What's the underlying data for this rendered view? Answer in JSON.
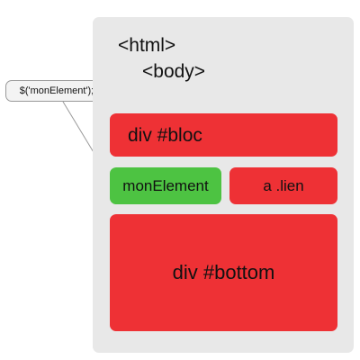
{
  "diagram": {
    "selector_call": "$('monElement');",
    "tags": {
      "html": "<html>",
      "body": "<body>"
    },
    "boxes": {
      "bloc": "div #bloc",
      "element": "monElement",
      "link": "a .lien",
      "bottom": "div #bottom"
    }
  },
  "colors": {
    "panel": "#e8e8e8",
    "red_box": "#ee3135",
    "green_box": "#4dc342",
    "connector": "#9a9a9a"
  }
}
